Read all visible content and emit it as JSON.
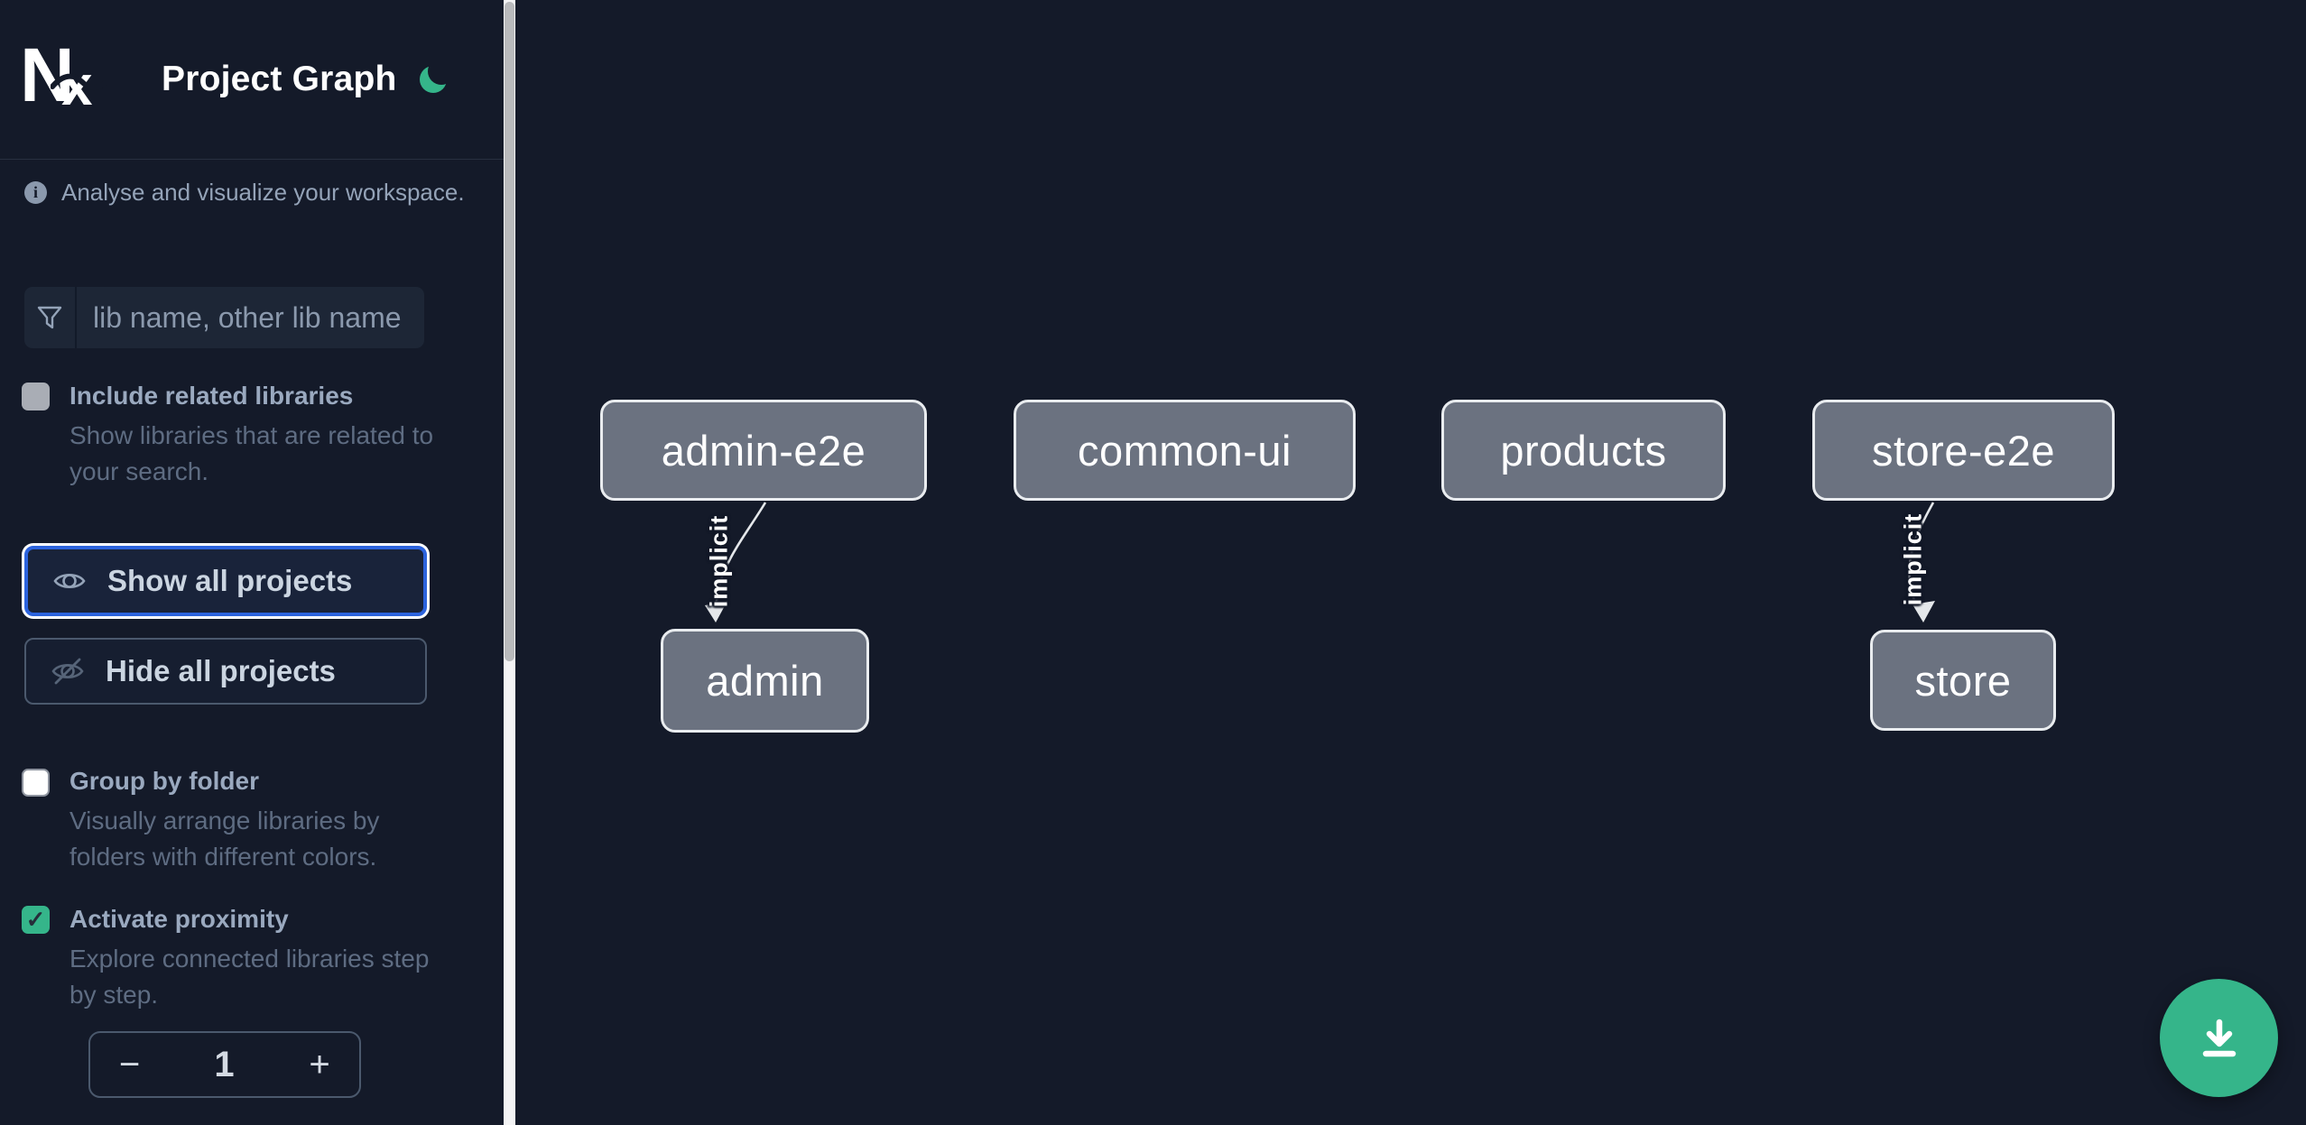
{
  "header": {
    "logo_text": "Nx",
    "title": "Project Graph"
  },
  "sidebar": {
    "tagline": "Analyse and visualize your workspace.",
    "search": {
      "placeholder": "lib name, other lib name",
      "value": ""
    },
    "options": [
      {
        "id": "include-related-libraries",
        "label": "Include related libraries",
        "description": "Show libraries that are related to your search.",
        "checked": false,
        "disabled": true
      },
      {
        "id": "group-by-folder",
        "label": "Group by folder",
        "description": "Visually arrange libraries by folders with different colors.",
        "checked": false,
        "disabled": false
      },
      {
        "id": "activate-proximity",
        "label": "Activate proximity",
        "description": "Explore connected libraries step by step.",
        "checked": true,
        "disabled": false
      }
    ],
    "checkmark_glyph": "✓",
    "buttons": {
      "show_all": {
        "label": "Show all projects",
        "focused": true
      },
      "hide_all": {
        "label": "Hide all projects",
        "focused": false
      }
    },
    "stepper": {
      "decrease_label": "−",
      "value": "1",
      "increase_label": "+"
    }
  },
  "graph": {
    "nodes": [
      {
        "id": "admin-e2e",
        "label": "admin-e2e"
      },
      {
        "id": "common-ui",
        "label": "common-ui"
      },
      {
        "id": "products",
        "label": "products"
      },
      {
        "id": "store-e2e",
        "label": "store-e2e"
      },
      {
        "id": "admin",
        "label": "admin"
      },
      {
        "id": "store",
        "label": "store"
      }
    ],
    "edges": [
      {
        "from": "admin-e2e",
        "to": "admin",
        "label": "implicit",
        "type": "implicit"
      },
      {
        "from": "store-e2e",
        "to": "store",
        "label": "implicit",
        "type": "implicit"
      }
    ]
  },
  "fab": {
    "icon": "download-icon"
  },
  "colors": {
    "background": "#141a29",
    "accent_blue": "#2c63dd",
    "accent_green": "#35b58a",
    "node_fill": "#6b7280",
    "node_border": "#e9ecef",
    "muted_text": "#94a3b8"
  }
}
